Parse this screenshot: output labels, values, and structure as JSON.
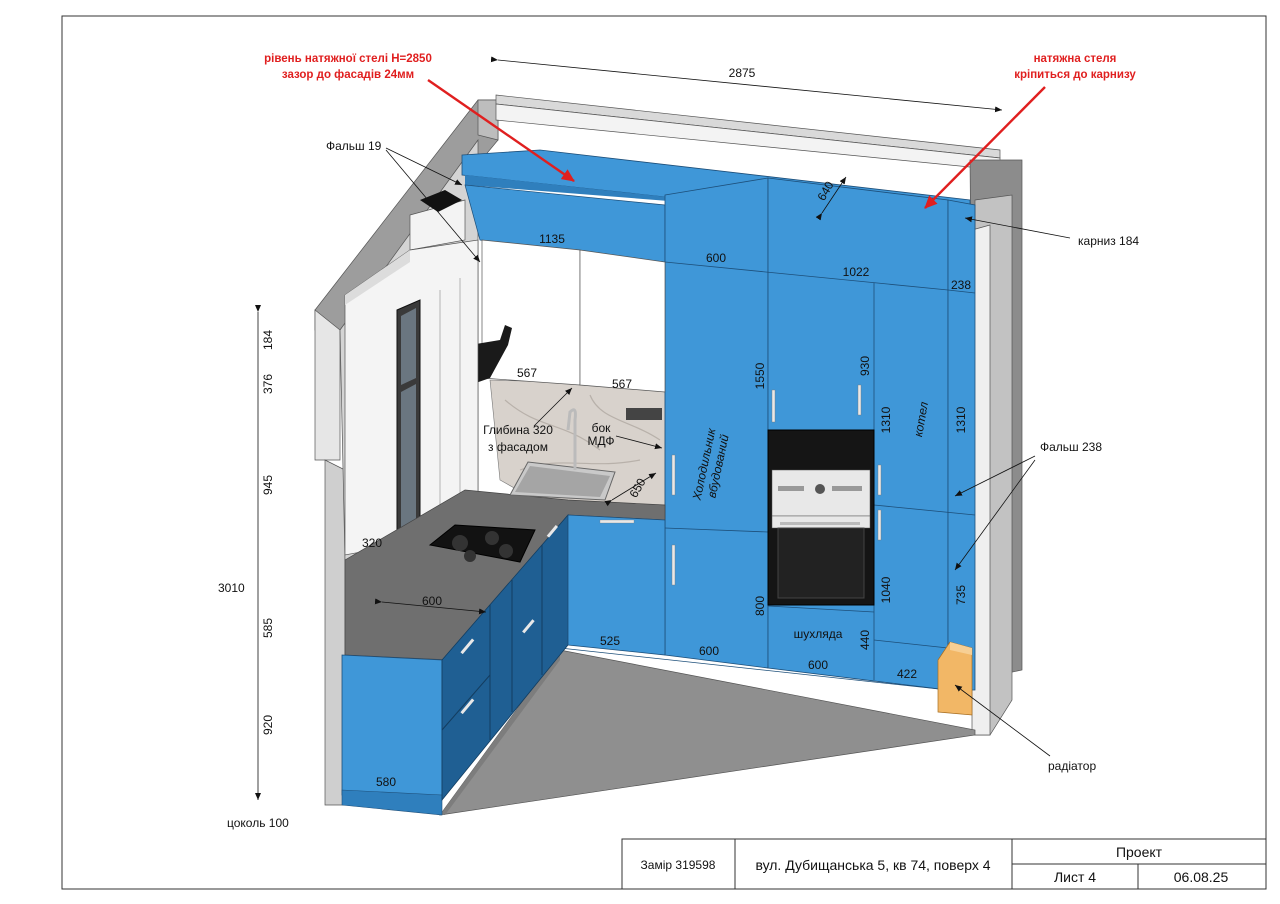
{
  "notes": {
    "ceiling_line1": "рівень натяжної стелі H=2850",
    "ceiling_line2": "зазор до фасадів 24мм",
    "cornice_line1": "натяжна стеля",
    "cornice_line2": "кріпиться до карнизу",
    "falsh_19": "Фальш 19",
    "karniz": "карниз 184",
    "falsh_238": "Фальш 238",
    "radiator": "радіатор",
    "tsokol": "цоколь 100",
    "depth_line1": "Глибина 320",
    "depth_line2": "з фасадом",
    "bok_line1": "бок",
    "bok_line2": "МДФ",
    "fridge_line1": "Холодильник",
    "fridge_line2": "вбудований",
    "kotel": "котел",
    "drawer": "шухляда"
  },
  "dimensions": {
    "total_width": "2875",
    "total_height": "3010",
    "d184": "184",
    "d376": "376",
    "d945": "945",
    "d585": "585",
    "d920": "920",
    "d1135": "1135",
    "d600_top": "600",
    "d1022": "1022",
    "d238": "238",
    "d640": "640",
    "d567_a": "567",
    "d567_b": "567",
    "d1550": "1550",
    "d930": "930",
    "d1310_a": "1310",
    "d1310_b": "1310",
    "d650": "650",
    "d320": "320",
    "d600_counter": "600",
    "d525": "525",
    "d600_bot_a": "600",
    "d600_bot_b": "600",
    "d422": "422",
    "d800": "800",
    "d1040": "1040",
    "d735": "735",
    "d440": "440",
    "d580": "580"
  },
  "title_block": {
    "measure": "Замір 319598",
    "address": "вул. Дубищанська 5, кв 74, поверх 4",
    "project": "Проект",
    "sheet": "Лист 4",
    "date": "06.08.25"
  },
  "colors": {
    "facade_blue": "#3f97d8",
    "dark_blue": "#1f5f93",
    "annotation_red": "#e01f1f",
    "countertop": "#6f6f6f",
    "floor": "#8f8f8f",
    "radiator": "#f2b766"
  }
}
